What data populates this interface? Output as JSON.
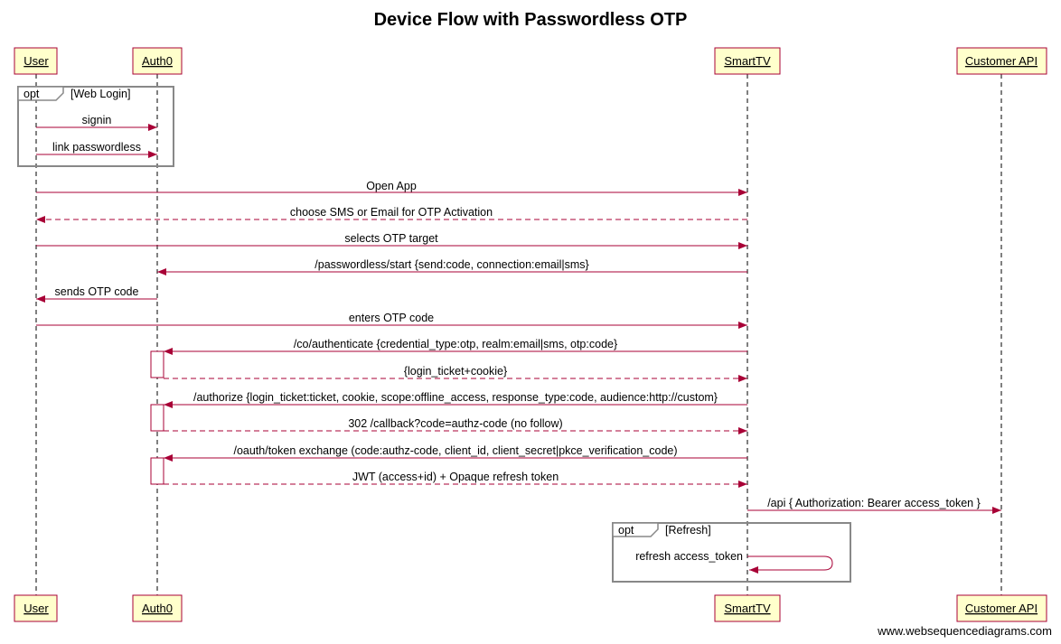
{
  "diagram": {
    "title": "Device Flow with Passwordless OTP",
    "watermark": "www.websequencediagrams.com",
    "participants": [
      {
        "id": "user",
        "label": "User"
      },
      {
        "id": "auth0",
        "label": "Auth0"
      },
      {
        "id": "smarttv",
        "label": "SmartTV"
      },
      {
        "id": "api",
        "label": "Customer API"
      }
    ],
    "frames": [
      {
        "keyword": "opt",
        "condition": "[Web Login]"
      },
      {
        "keyword": "opt",
        "condition": "[Refresh]"
      }
    ],
    "messages": [
      {
        "from": "user",
        "to": "auth0",
        "label": "signin",
        "style": "solid"
      },
      {
        "from": "user",
        "to": "auth0",
        "label": "link passwordless",
        "style": "solid"
      },
      {
        "from": "user",
        "to": "smarttv",
        "label": "Open App",
        "style": "solid"
      },
      {
        "from": "smarttv",
        "to": "user",
        "label": "choose SMS or Email for OTP Activation",
        "style": "dashed"
      },
      {
        "from": "user",
        "to": "smarttv",
        "label": "selects OTP target",
        "style": "solid"
      },
      {
        "from": "smarttv",
        "to": "auth0",
        "label": "/passwordless/start {send:code, connection:email|sms}",
        "style": "solid"
      },
      {
        "from": "auth0",
        "to": "user",
        "label": "sends OTP code",
        "style": "solid"
      },
      {
        "from": "user",
        "to": "smarttv",
        "label": "enters OTP code",
        "style": "solid"
      },
      {
        "from": "smarttv",
        "to": "auth0",
        "label": "/co/authenticate {credential_type:otp, realm:email|sms, otp:code}",
        "style": "solid"
      },
      {
        "from": "auth0",
        "to": "smarttv",
        "label": "{login_ticket+cookie}",
        "style": "dashed"
      },
      {
        "from": "smarttv",
        "to": "auth0",
        "label": "/authorize {login_ticket:ticket, cookie, scope:offline_access, response_type:code, audience:http://custom}",
        "style": "solid"
      },
      {
        "from": "auth0",
        "to": "smarttv",
        "label": "302 /callback?code=authz-code (no follow)",
        "style": "dashed"
      },
      {
        "from": "smarttv",
        "to": "auth0",
        "label": "/oauth/token exchange (code:authz-code, client_id, client_secret|pkce_verification_code)",
        "style": "solid"
      },
      {
        "from": "auth0",
        "to": "smarttv",
        "label": "JWT (access+id) + Opaque refresh token",
        "style": "dashed"
      },
      {
        "from": "smarttv",
        "to": "api",
        "label": "/api { Authorization: Bearer access_token }",
        "style": "solid"
      },
      {
        "from": "smarttv",
        "to": "smarttv",
        "label": "refresh access_token",
        "style": "solid"
      }
    ]
  }
}
